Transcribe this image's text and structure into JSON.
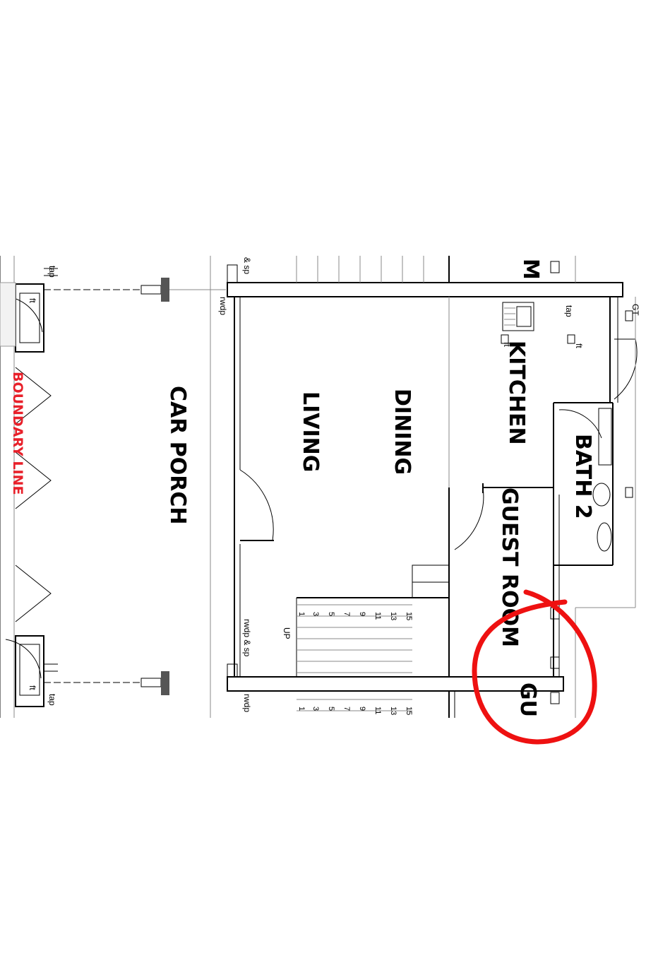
{
  "rooms": {
    "car_porch": "CAR PORCH",
    "living": "LIVING",
    "dining": "DINING",
    "kitchen": "KITCHEN",
    "bath2": "BATH 2",
    "guest_room": "GUEST ROOM",
    "guest_room_cut": "GU",
    "top_cut": "M"
  },
  "boundary_line": "BOUNDARY LINE",
  "labels": {
    "tap": "tap",
    "ft": "ft",
    "rwdp": "rwdp",
    "rwdp_sp": "rwdp & sp",
    "sp_cut": "& sp",
    "gt": "GT",
    "up": "UP"
  },
  "stair_numbers": [
    "1",
    "3",
    "5",
    "7",
    "9",
    "11",
    "13",
    "15"
  ],
  "colors": {
    "boundary_text": "#e8202a",
    "annotation_circle": "#ee1111"
  }
}
